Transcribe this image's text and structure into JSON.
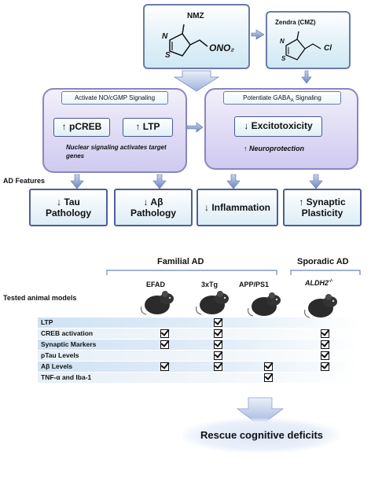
{
  "molecules": {
    "nmz": {
      "title": "NMZ",
      "n": "N",
      "s": "S",
      "ono2": "ONO₂"
    },
    "cmz": {
      "title": "Zendra (CMZ)",
      "n": "N",
      "s": "S",
      "cl": "Cl"
    }
  },
  "mechanisms": {
    "left": {
      "label": "Activate NO/cGMP Signaling",
      "pcreb": "↑ pCREB",
      "ltp": "↑ LTP",
      "note": "Nuclear signaling activates target genes"
    },
    "right": {
      "label_main": "Potentiate GABA",
      "label_sub": "A",
      "label_end": " Signaling",
      "excito": "↓ Excitotoxicity",
      "neuro_arrow": "↑ ",
      "neuro": "Neuroprotection"
    }
  },
  "ad_features": {
    "title": "AD Features",
    "items": [
      "↓ Tau Pathology",
      "↓ Aβ Pathology",
      "↓ Inflammation",
      "↑ Synaptic Plasticity"
    ]
  },
  "models": {
    "familial": "Familial AD",
    "sporadic": "Sporadic AD",
    "row_label": "Tested animal models",
    "columns": [
      "EFAD",
      "3xTg",
      "APP/PS1"
    ],
    "aldh": "ALDH2",
    "aldh_sup": "-/-"
  },
  "table": {
    "rows": [
      "LTP",
      "CREB activation",
      "Synaptic Markers",
      "pTau Levels",
      "Aβ Levels",
      "TNF-α and Iba-1"
    ],
    "checks": [
      [
        false,
        true,
        false,
        false
      ],
      [
        true,
        true,
        false,
        true
      ],
      [
        true,
        true,
        false,
        true
      ],
      [
        false,
        true,
        false,
        true
      ],
      [
        true,
        true,
        true,
        true
      ],
      [
        false,
        false,
        true,
        false
      ]
    ]
  },
  "outcome": "Rescue cognitive deficits"
}
